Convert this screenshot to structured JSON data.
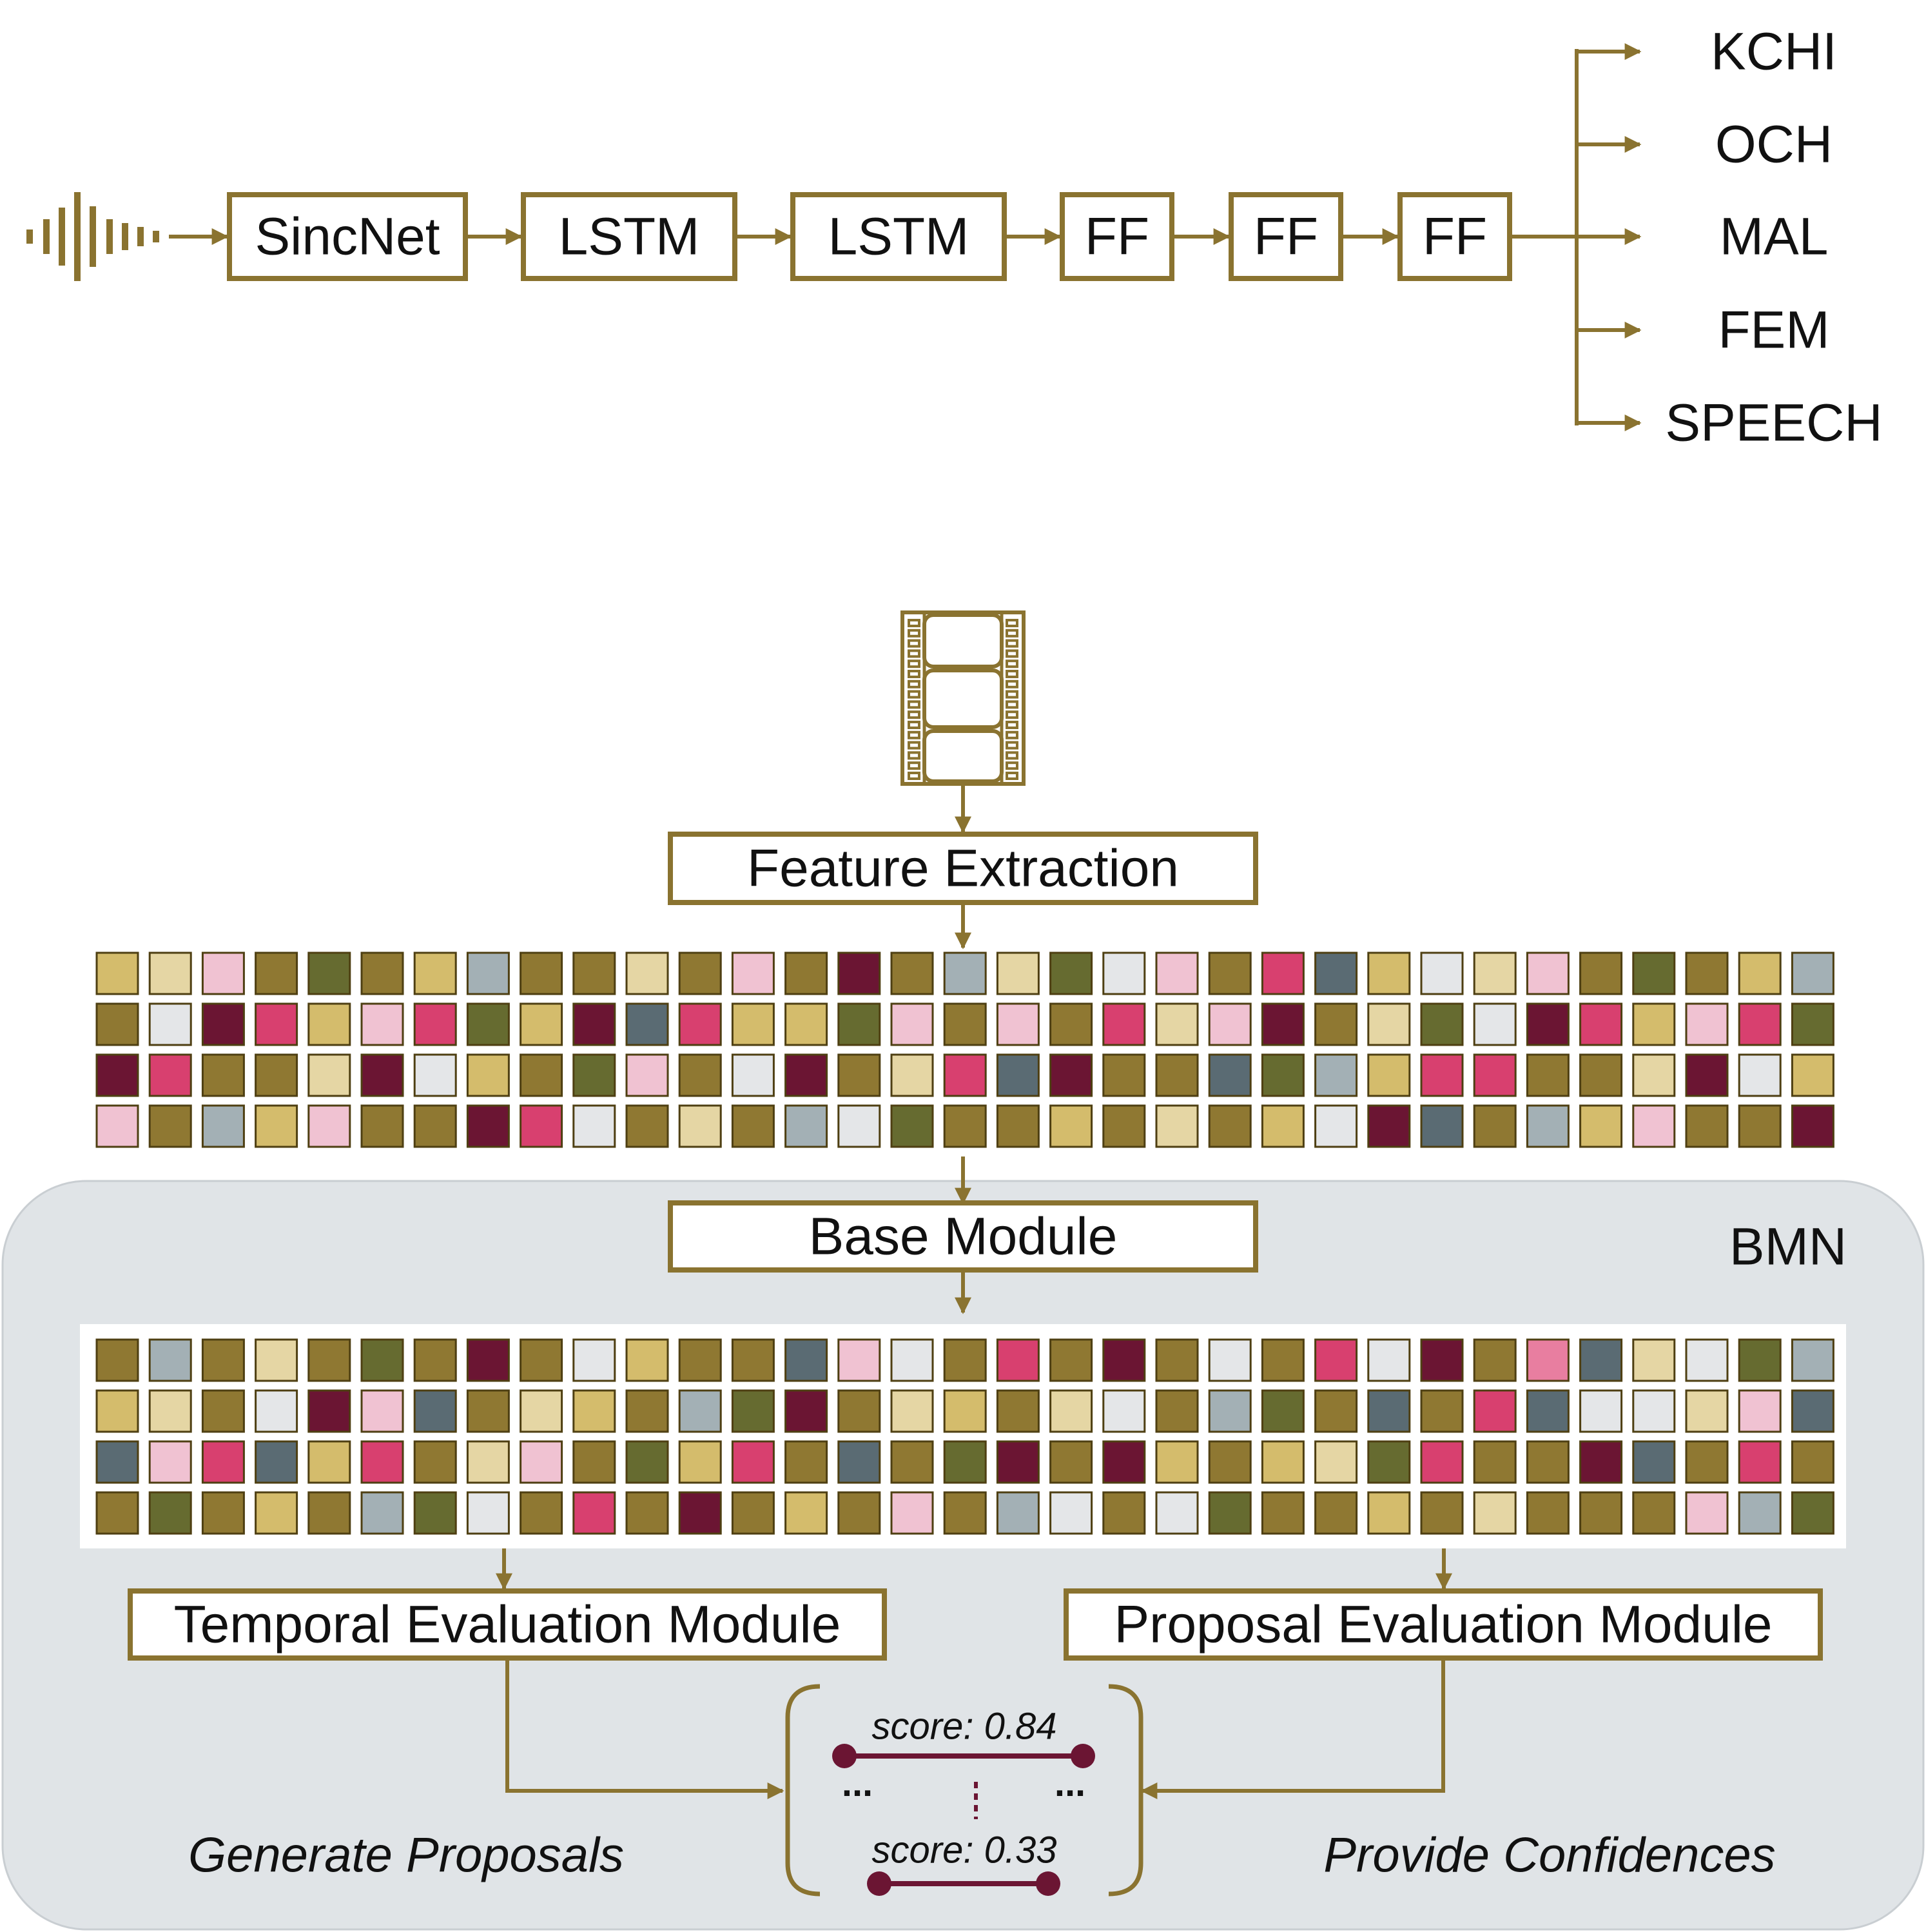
{
  "colors": {
    "accent_gold": "#8a7330",
    "proposal_wine": "#6b1533",
    "panel_bg": "#e0e4e7",
    "feature_cell_palette": {
      "G": "#8f7832",
      "T": "#d4bc6c",
      "C": "#e5d6a4",
      "O": "#666b30",
      "S": "#5a6b73",
      "A": "#a3b0b5",
      "W": "#e4e6e8",
      "P": "#f0c2d2",
      "R": "#d8406f",
      "M": "#e87ea0",
      "D": "#6b1533"
    }
  },
  "audio_pipeline": {
    "input_icon": "waveform-icon",
    "stages": [
      "SincNet",
      "LSTM",
      "LSTM",
      "FF",
      "FF",
      "FF"
    ],
    "outputs": [
      "KCHI",
      "OCH",
      "MAL",
      "FEM",
      "SPEECH"
    ]
  },
  "video_pipeline": {
    "input_icon": "film-strip-icon",
    "feature_extraction_label": "Feature Extraction",
    "feature_grid_top": [
      "TCPGOGTAGGCGPGDGACOWPGRSTWCPGOGTA",
      "GWDRTPROTDSRTTOPGPGRCPDGCOWDRTPRO",
      "DRGGCDWTGOPGWDGCRSDGGSOATRRGGCDWT",
      "PGATPGGDRWGCGAWOGGTGCGTWDSGATPGGD"
    ],
    "bmn_label": "BMN",
    "base_module_label": "Base Module",
    "feature_grid_bmn": [
      "GAGCGOGDGWTGGSPWGRGDGWGRWDGMSCWOA",
      "TCGWDPSGCTGAODGCTGCWGAOGSGRSWWCPS",
      "SPRSTRGCPGOTRGSGODGDTGTCORGGDSGRG",
      "GOGTGAOWGRGDGTGPGAWGWOGGTGCGGGPAO"
    ],
    "temporal_module_label": "Temporal Evaluation Module",
    "proposal_module_label": "Proposal Evaluation Module",
    "proposals": [
      {
        "label": "score: 0.84"
      },
      {
        "label": "score: 0.33"
      }
    ],
    "ellipsis": "...",
    "left_caption": "Generate Proposals",
    "right_caption": "Provide Confidences"
  }
}
